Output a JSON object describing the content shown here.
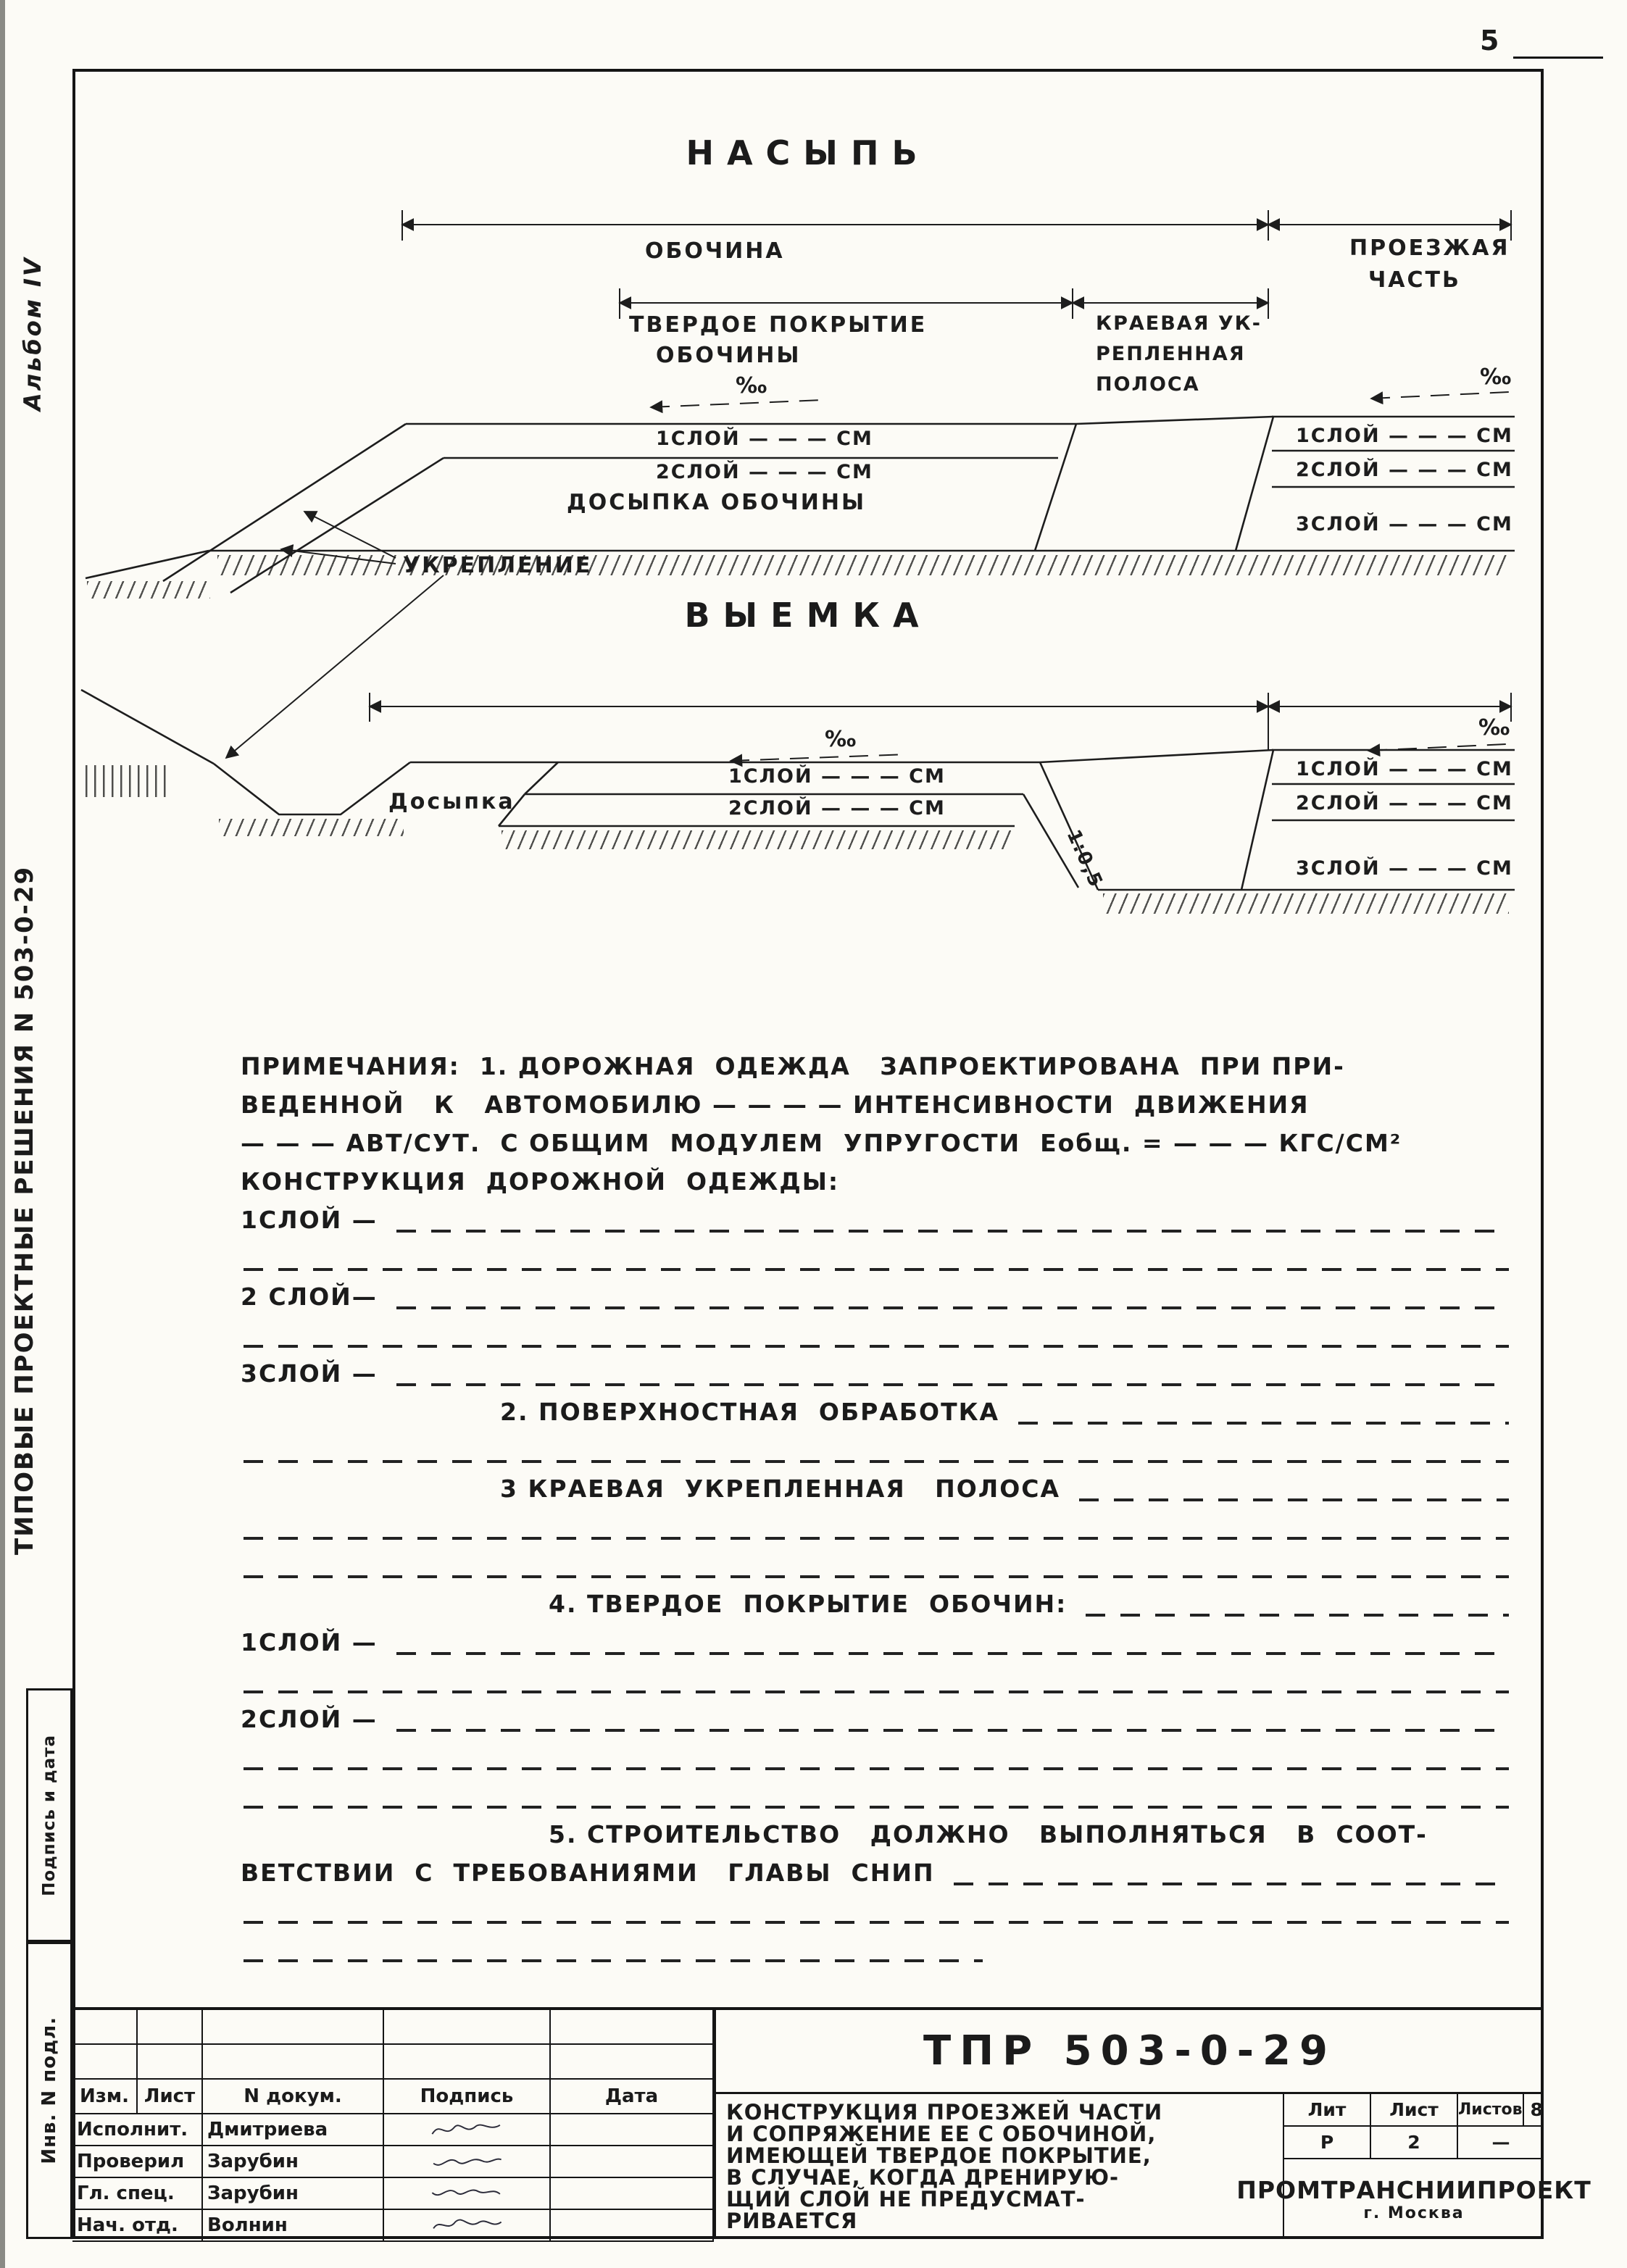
{
  "page": {
    "number": "5"
  },
  "margin": {
    "album": "Альбом IV",
    "series": "ТИПОВЫЕ ПРОЕКТНЫЕ РЕШЕНИЯ N 503-0-29",
    "signbox": "Подпись и дата",
    "invbox": "Инв. N подл."
  },
  "d1": {
    "title": "НАСЫПЬ",
    "shoulder": "ОБОЧИНА",
    "roadway1": "ПРОЕЗЖАЯ",
    "roadway2": "ЧАСТЬ",
    "hard1": "ТВЕРДОЕ   ПОКРЫТИЕ",
    "hard2": "ОБОЧИНЫ",
    "edge1": "КРАЕВАЯ УК-",
    "edge2": "РЕПЛЕННАЯ",
    "edge3": "ПОЛОСА",
    "dosypka": "ДОСЫПКА  ОБОЧИНЫ",
    "ukreplenie": "УКРЕПЛЕНИЕ",
    "permille": "‰"
  },
  "d2": {
    "title": "ВЫЕМКА",
    "dosypka": "Досыпка",
    "slope": "1:0,5",
    "permille": "‰"
  },
  "layers": {
    "l1": "1СЛОЙ — — — СМ",
    "l2": "2СЛОЙ — — — СМ",
    "l3": "3СЛОЙ — — — СМ"
  },
  "notes": {
    "lines": [
      "ПРИМЕЧАНИЯ:  1. ДОРОЖНАЯ  ОДЕЖДА   ЗАПРОЕКТИРОВАНА  ПРИ ПРИ-",
      "ВЕДЕННОЙ   К   АВТОМОБИЛЮ — — — — ИНТЕНСИВНОСТИ  ДВИЖЕНИЯ",
      "— — — АВТ/СУТ.  С ОБЩИМ  МОДУЛЕМ  УПРУГОСТИ  Еобщ. = — — — КГС/СМ²",
      "КОНСТРУКЦИЯ  ДОРОЖНОЙ  ОДЕЖДЫ:",
      "1СЛОЙ —",
      "",
      "2 СЛОЙ—",
      "",
      "3СЛОЙ —",
      "2. ПОВЕРХНОСТНАЯ  ОБРАБОТКА",
      "",
      "3 КРАЕВАЯ  УКРЕПЛЕННАЯ   ПОЛОСА",
      "",
      "",
      "4. ТВЕРДОЕ  ПОКРЫТИЕ  ОБОЧИН:",
      "1СЛОЙ —",
      "",
      "2СЛОЙ —",
      "",
      "",
      "5. СТРОИТЕЛЬСТВО   ДОЛЖНО   ВЫПОЛНЯТЬСЯ   В  СООТ-",
      "ВЕТСТВИИ  С  ТРЕБОВАНИЯМИ   ГЛАВЫ  СНИП",
      "",
      ""
    ]
  },
  "stamp": {
    "doc_code": "ТПР 503-0-29",
    "header": {
      "izm": "Изм.",
      "list": "Лист",
      "ndok": "N докум.",
      "podp": "Подпись",
      "data": "Дата"
    },
    "rows": [
      {
        "role": "Исполнит.",
        "name": "Дмитриева"
      },
      {
        "role": "Проверил",
        "name": "Зарубин"
      },
      {
        "role": "Гл. спец.",
        "name": "Зарубин"
      },
      {
        "role": "Нач. отд.",
        "name": "Волнин"
      }
    ],
    "title_lines": [
      "КОНСТРУКЦИЯ ПРОЕЗЖЕЙ ЧАСТИ",
      "И СОПРЯЖЕНИЕ ЕЕ С ОБОЧИНОЙ,",
      "ИМЕЮЩЕЙ ТВЕРДОЕ ПОКРЫТИЕ,",
      "В СЛУЧАЕ, КОГДА ДРЕНИРУЮ-",
      "ЩИЙ СЛОЙ НЕ ПРЕДУСМАТ-",
      "РИВАЕТСЯ"
    ],
    "mini": {
      "lit_h": "Лит",
      "list_h": "Лист",
      "listov_h": "Листов",
      "total": "8",
      "lit_v": "Р",
      "list_v": "2",
      "listov_v": "—"
    },
    "org": "ПРОМТРАНСНИИПРОЕКТ",
    "city": "г. Москва"
  }
}
